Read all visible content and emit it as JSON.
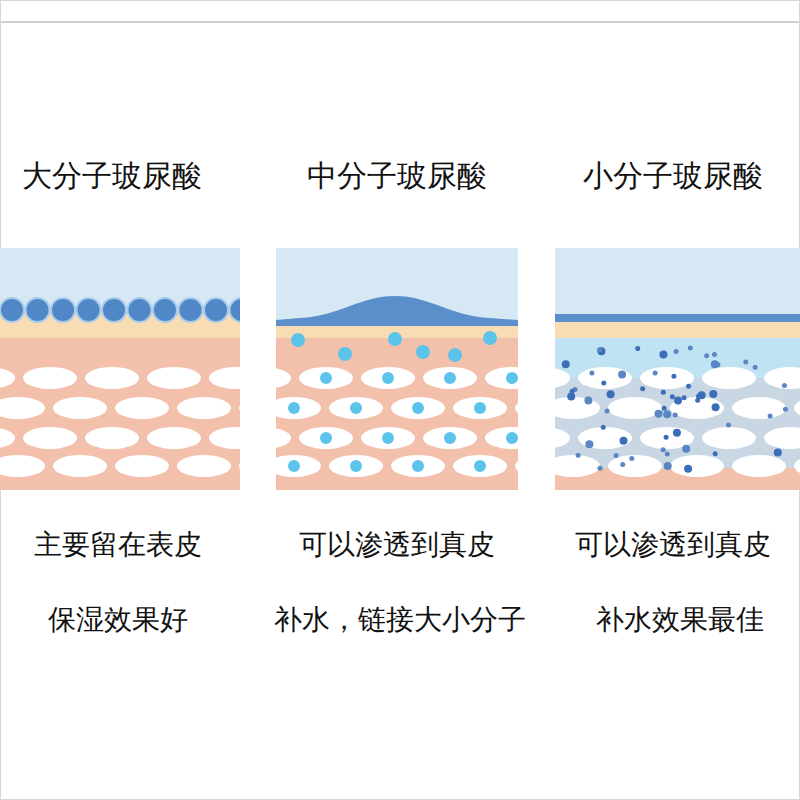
{
  "diagram": {
    "labels": [
      "大分子玻尿酸",
      "中分子玻尿酸",
      "小分子玻尿酸",
      "主要留在表皮",
      "可以渗透到真皮",
      "可以渗透到真皮",
      "保湿效果好",
      "补水，链接大小分子",
      "补水效果最佳"
    ]
  }
}
